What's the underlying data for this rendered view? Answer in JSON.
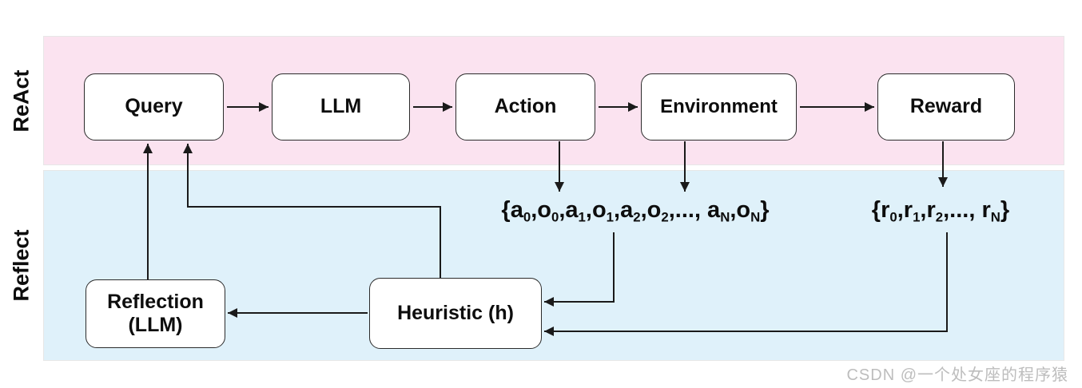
{
  "bands": {
    "react": {
      "label": "ReAct",
      "color": "#fbe3f0"
    },
    "reflect": {
      "label": "Reflect",
      "color": "#dff1fa"
    }
  },
  "nodes": {
    "query": {
      "label": "Query"
    },
    "llm": {
      "label": "LLM"
    },
    "action": {
      "label": "Action"
    },
    "environment": {
      "label": "Environment"
    },
    "reward": {
      "label": "Reward"
    },
    "reflection": {
      "line1": "Reflection",
      "line2": "(LLM)"
    },
    "heuristic": {
      "label": "Heuristic (h)"
    }
  },
  "annotations": {
    "trajectory": {
      "parts": [
        {
          "text": "{a",
          "sub": "0"
        },
        {
          "text": ",o",
          "sub": "0"
        },
        {
          "text": ",a",
          "sub": "1"
        },
        {
          "text": ",o",
          "sub": "1"
        },
        {
          "text": ",a",
          "sub": "2"
        },
        {
          "text": ",o",
          "sub": "2"
        },
        {
          "text": ",..., a",
          "sub": "N"
        },
        {
          "text": ",o",
          "sub": "N"
        },
        {
          "text": "}"
        }
      ]
    },
    "rewards": {
      "parts": [
        {
          "text": "{r",
          "sub": "0"
        },
        {
          "text": ",r",
          "sub": "1"
        },
        {
          "text": ",r",
          "sub": "2"
        },
        {
          "text": ",..., r",
          "sub": "N"
        },
        {
          "text": "}"
        }
      ]
    }
  },
  "watermark": {
    "text": "CSDN @一个处女座的程序猿",
    "color": "#bdbdbd"
  },
  "wire_color": "#1a1a1a"
}
